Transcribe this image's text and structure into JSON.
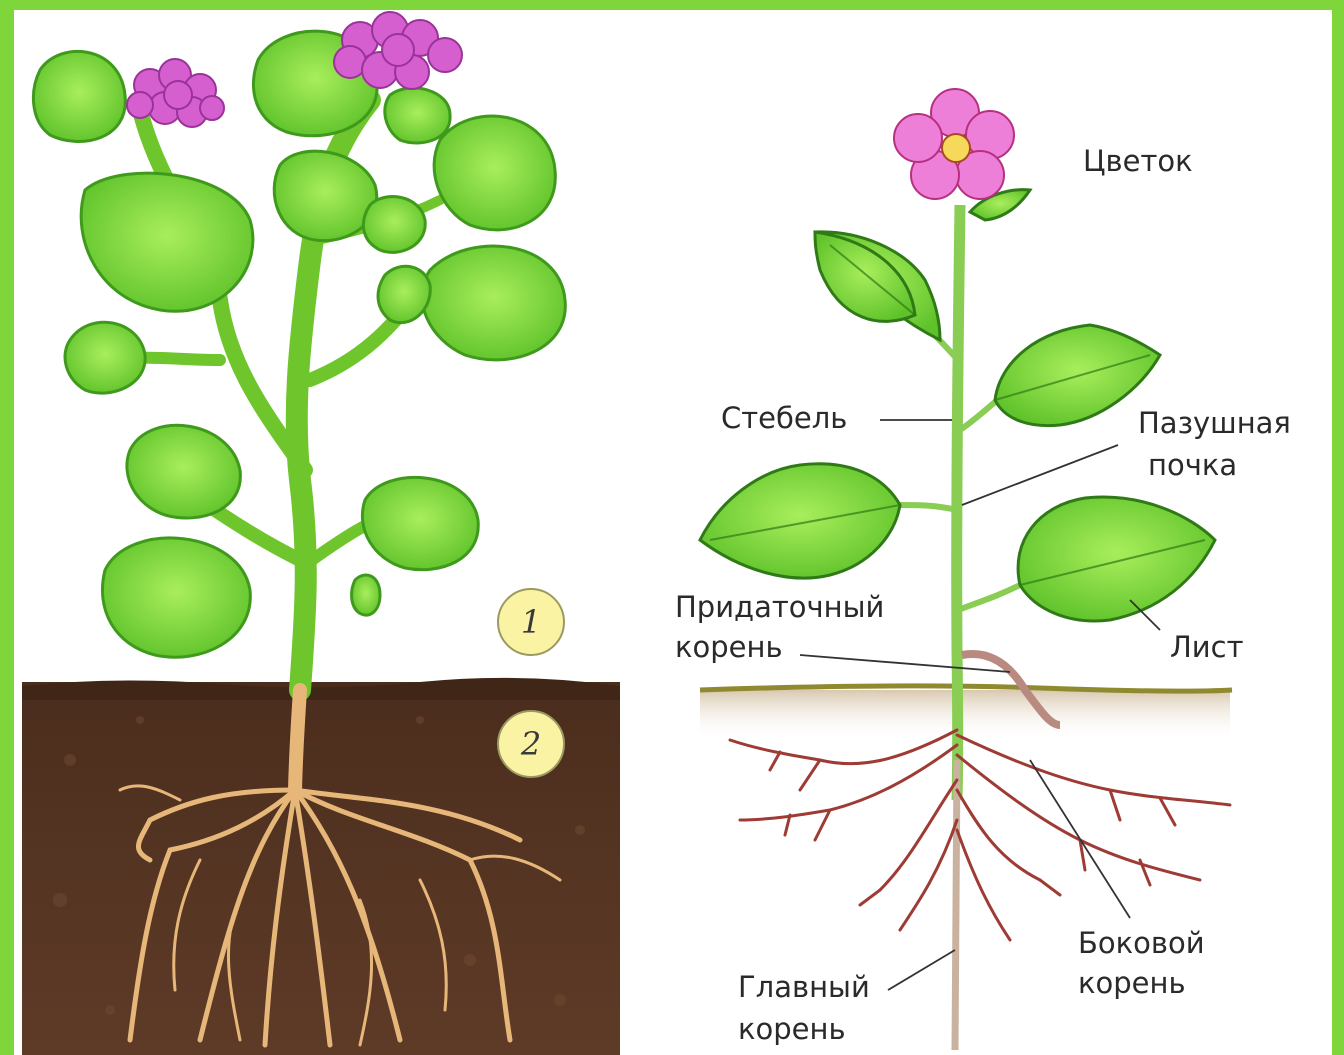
{
  "left_figure": {
    "markers": [
      "1",
      "2"
    ]
  },
  "right_figure": {
    "labels": {
      "flower": "Цветок",
      "stem": "Стебель",
      "axillary_bud_line1": "Пазушная",
      "axillary_bud_line2": "почка",
      "adventitious_root_line1": "Придаточный",
      "adventitious_root_line2": "корень",
      "leaf": "Лист",
      "lateral_root_line1": "Боковой",
      "lateral_root_line2": "корень",
      "main_root_line1": "Главный",
      "main_root_line2": "корень"
    }
  },
  "colors": {
    "background_green": "#7fd63a",
    "leaf_green": "#7ed43a",
    "soil_brown": "#5a3724",
    "flower_pink": "#ee7fd8",
    "root_tan": "#e7b77a",
    "root_red": "#9e3b35"
  }
}
